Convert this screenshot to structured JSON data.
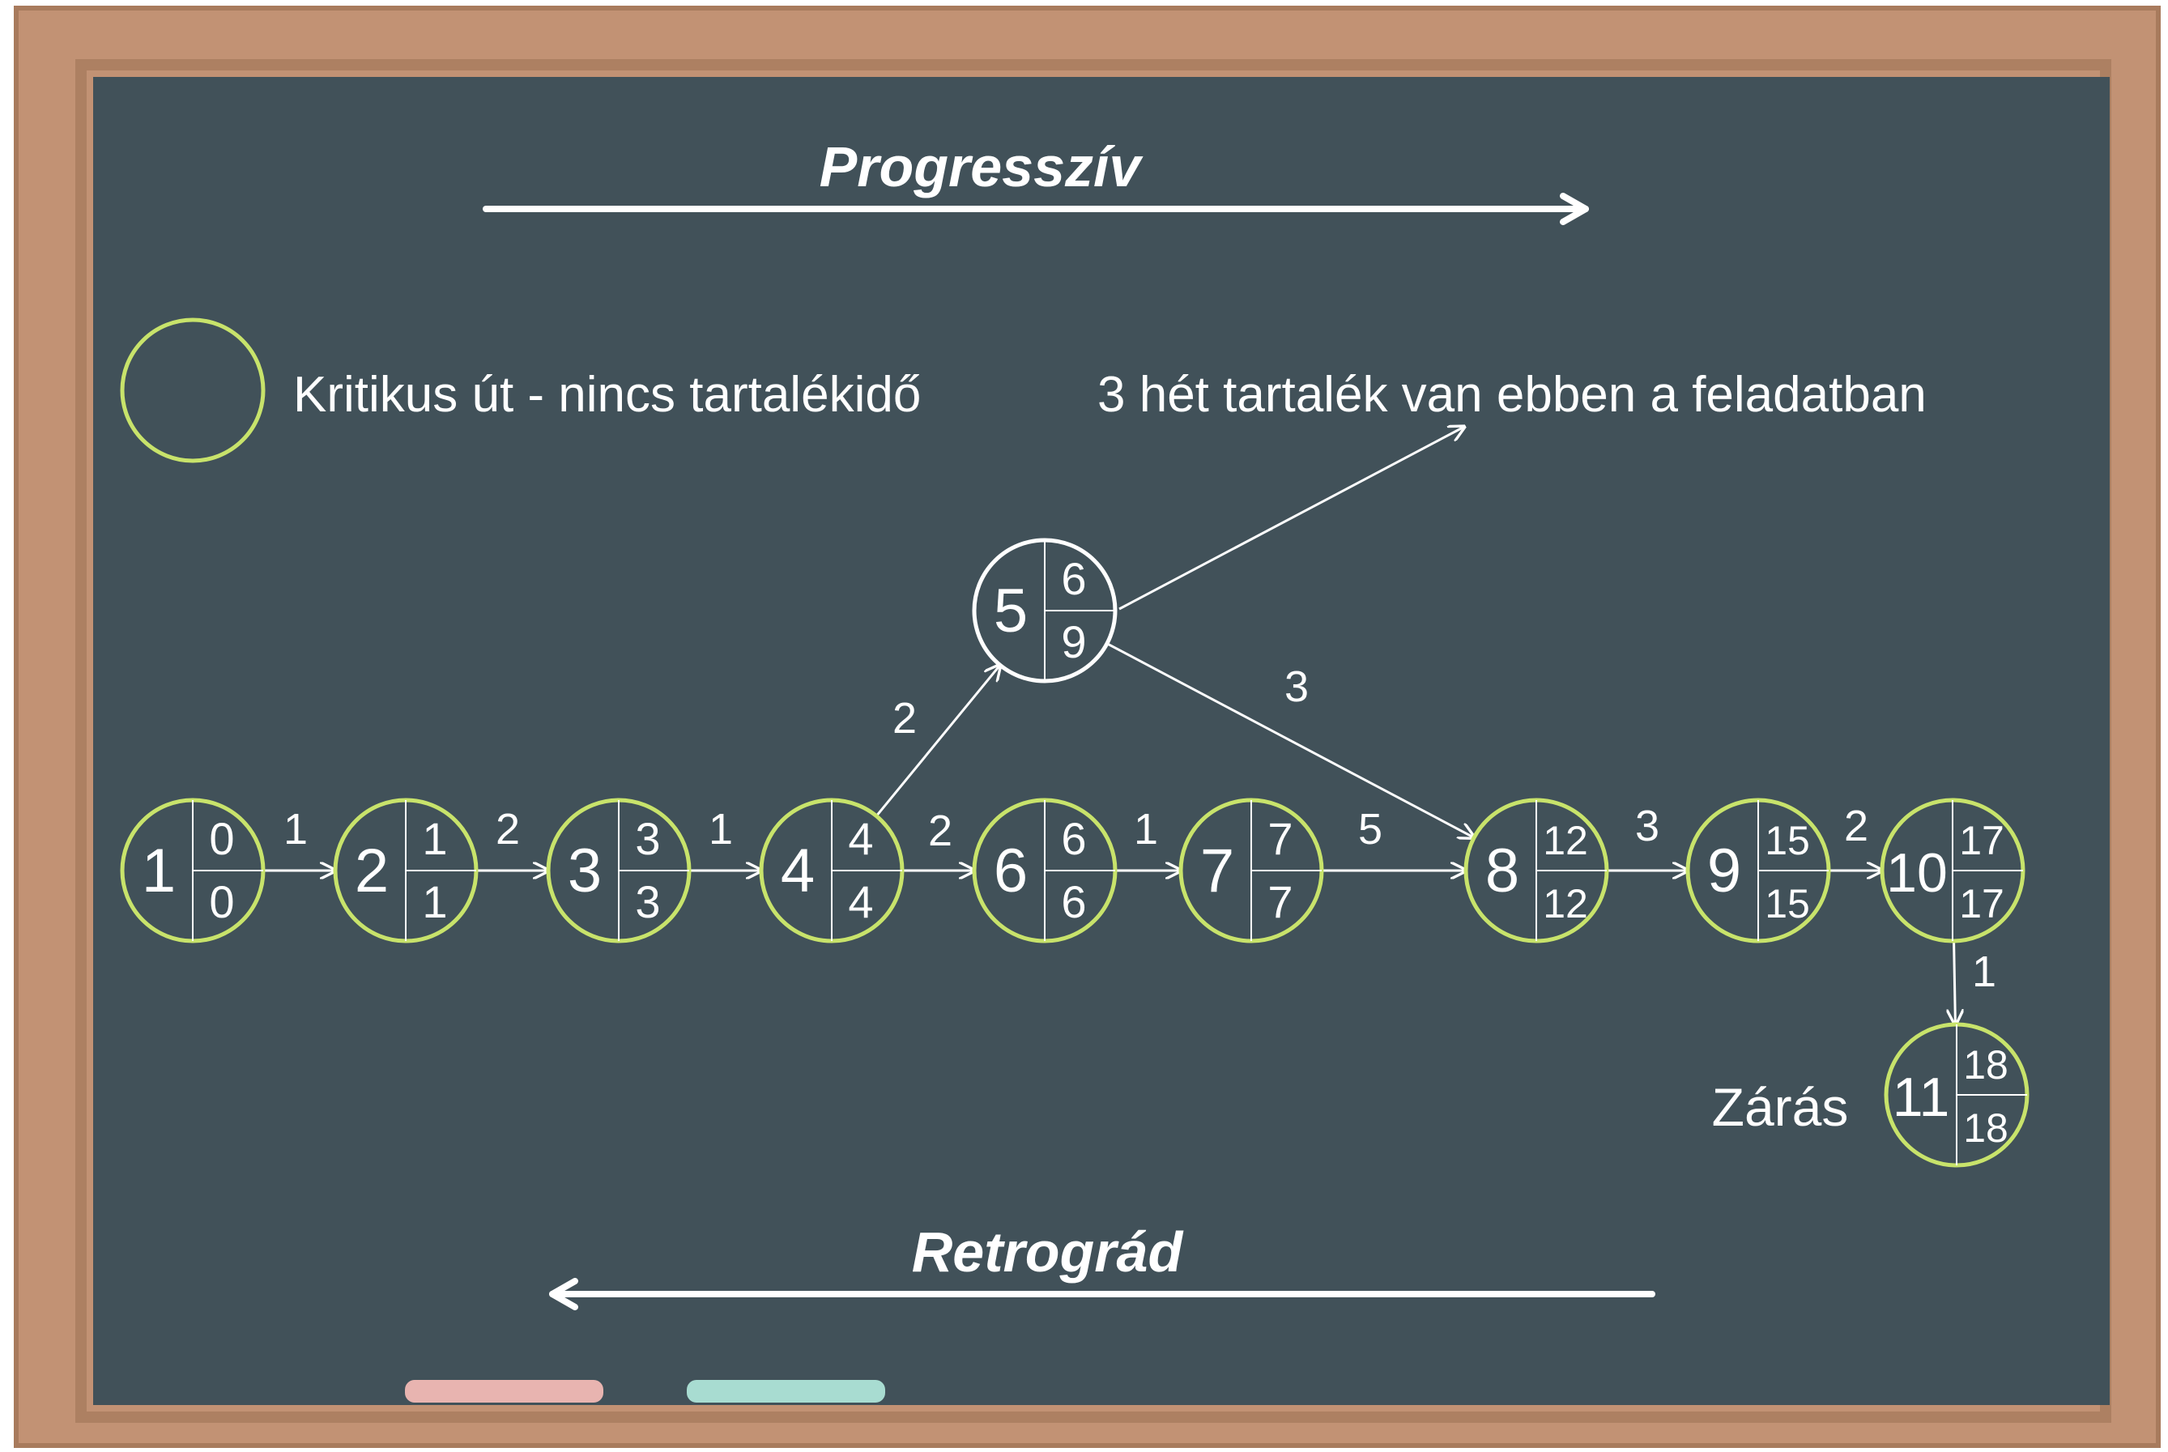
{
  "colors": {
    "frame": "#c29274",
    "frame_dark": "#a87b5d",
    "board": "#415159",
    "critical": "#c8e36b",
    "normal": "#ffffff",
    "chalk_pink": "#e8b4b0",
    "chalk_mint": "#a8dcd1"
  },
  "headings": {
    "progressive": "Progresszív",
    "retrograde": "Retrográd"
  },
  "legend": {
    "critical_path": "Kritikus út - nincs tartalékidő",
    "slack_note": "3 hét tartalék van ebben a feladatban"
  },
  "closing_label": "Zárás",
  "nodes": [
    {
      "id": "1",
      "earliest": "0",
      "latest": "0",
      "critical": true
    },
    {
      "id": "2",
      "earliest": "1",
      "latest": "1",
      "critical": true
    },
    {
      "id": "3",
      "earliest": "3",
      "latest": "3",
      "critical": true
    },
    {
      "id": "4",
      "earliest": "4",
      "latest": "4",
      "critical": true
    },
    {
      "id": "5",
      "earliest": "6",
      "latest": "9",
      "critical": false
    },
    {
      "id": "6",
      "earliest": "6",
      "latest": "6",
      "critical": true
    },
    {
      "id": "7",
      "earliest": "7",
      "latest": "7",
      "critical": true
    },
    {
      "id": "8",
      "earliest": "12",
      "latest": "12",
      "critical": true
    },
    {
      "id": "9",
      "earliest": "15",
      "latest": "15",
      "critical": true
    },
    {
      "id": "10",
      "earliest": "17",
      "latest": "17",
      "critical": true
    },
    {
      "id": "11",
      "earliest": "18",
      "latest": "18",
      "critical": true
    }
  ],
  "edges": [
    {
      "from": "1",
      "to": "2",
      "duration": "1"
    },
    {
      "from": "2",
      "to": "3",
      "duration": "2"
    },
    {
      "from": "3",
      "to": "4",
      "duration": "1"
    },
    {
      "from": "4",
      "to": "5",
      "duration": "2"
    },
    {
      "from": "4",
      "to": "6",
      "duration": "2"
    },
    {
      "from": "6",
      "to": "7",
      "duration": "1"
    },
    {
      "from": "5",
      "to": "8",
      "duration": "3"
    },
    {
      "from": "7",
      "to": "8",
      "duration": "5"
    },
    {
      "from": "8",
      "to": "9",
      "duration": "3"
    },
    {
      "from": "9",
      "to": "10",
      "duration": "2"
    },
    {
      "from": "10",
      "to": "11",
      "duration": "1"
    }
  ]
}
